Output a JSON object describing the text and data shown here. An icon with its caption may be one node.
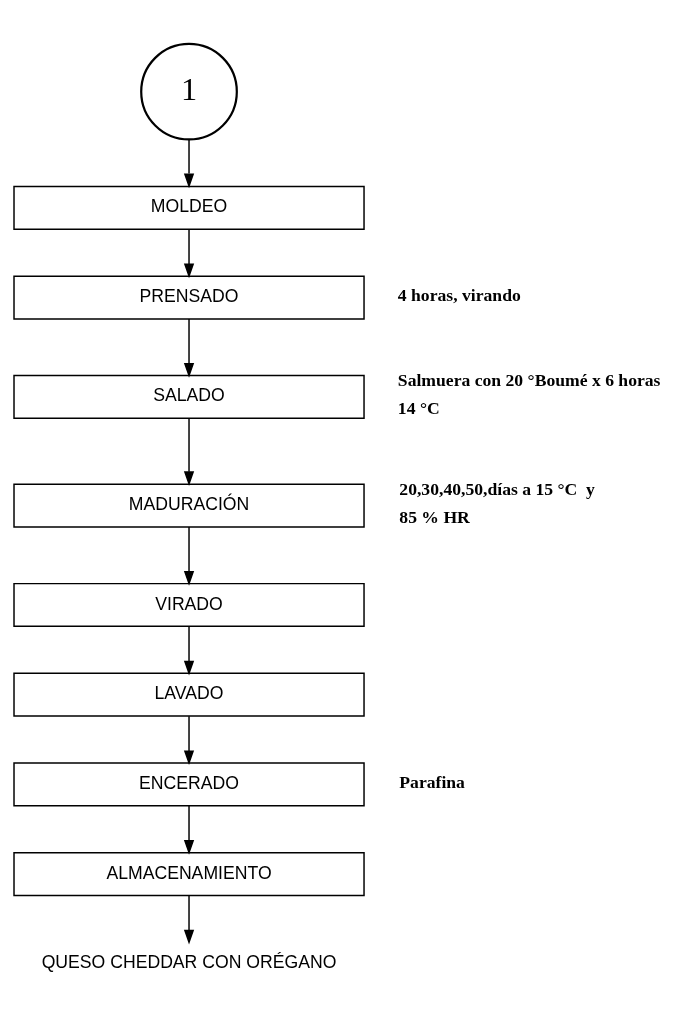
{
  "diagram": {
    "nodes": [
      {
        "text": [
          "1"
        ]
      },
      {
        "text": [
          "MOLDEO"
        ]
      },
      {
        "text": [
          "PRENSADO"
        ],
        "beside": [
          "4 horas, virando"
        ]
      },
      {
        "text": [
          "SALADO"
        ],
        "beside": [
          "Salmuera con 20 °Boumé x 6 horas",
          "14 °C"
        ]
      },
      {
        "text": [
          "MADURACIÓN"
        ],
        "beside": [
          "20,30,40,50,días a 15 °C  y",
          "85 % HR"
        ]
      },
      {
        "text": [
          "VIRADO"
        ]
      },
      {
        "text": [
          "LAVADO"
        ]
      },
      {
        "text": [
          "ENCERADO"
        ],
        "beside": [
          "Parafina"
        ]
      },
      {
        "text": [
          "ALMACENAMIENTO"
        ]
      },
      {
        "text": [
          "QUESO CHEDDAR CON ORÉGANO"
        ]
      }
    ],
    "edges": [
      {
        "from": 0,
        "to": 1,
        "arrow": "to"
      },
      {
        "from": 1,
        "to": 2,
        "arrow": "to"
      },
      {
        "from": 2,
        "to": 3,
        "arrow": "to"
      },
      {
        "from": 3,
        "to": 4,
        "arrow": "to"
      },
      {
        "from": 4,
        "to": 5,
        "arrow": "to"
      },
      {
        "from": 5,
        "to": 6,
        "arrow": "to"
      },
      {
        "from": 6,
        "to": 7,
        "arrow": "to"
      },
      {
        "from": 7,
        "to": 8,
        "arrow": "to"
      },
      {
        "from": 8,
        "to": 9,
        "arrow": "to"
      }
    ]
  }
}
